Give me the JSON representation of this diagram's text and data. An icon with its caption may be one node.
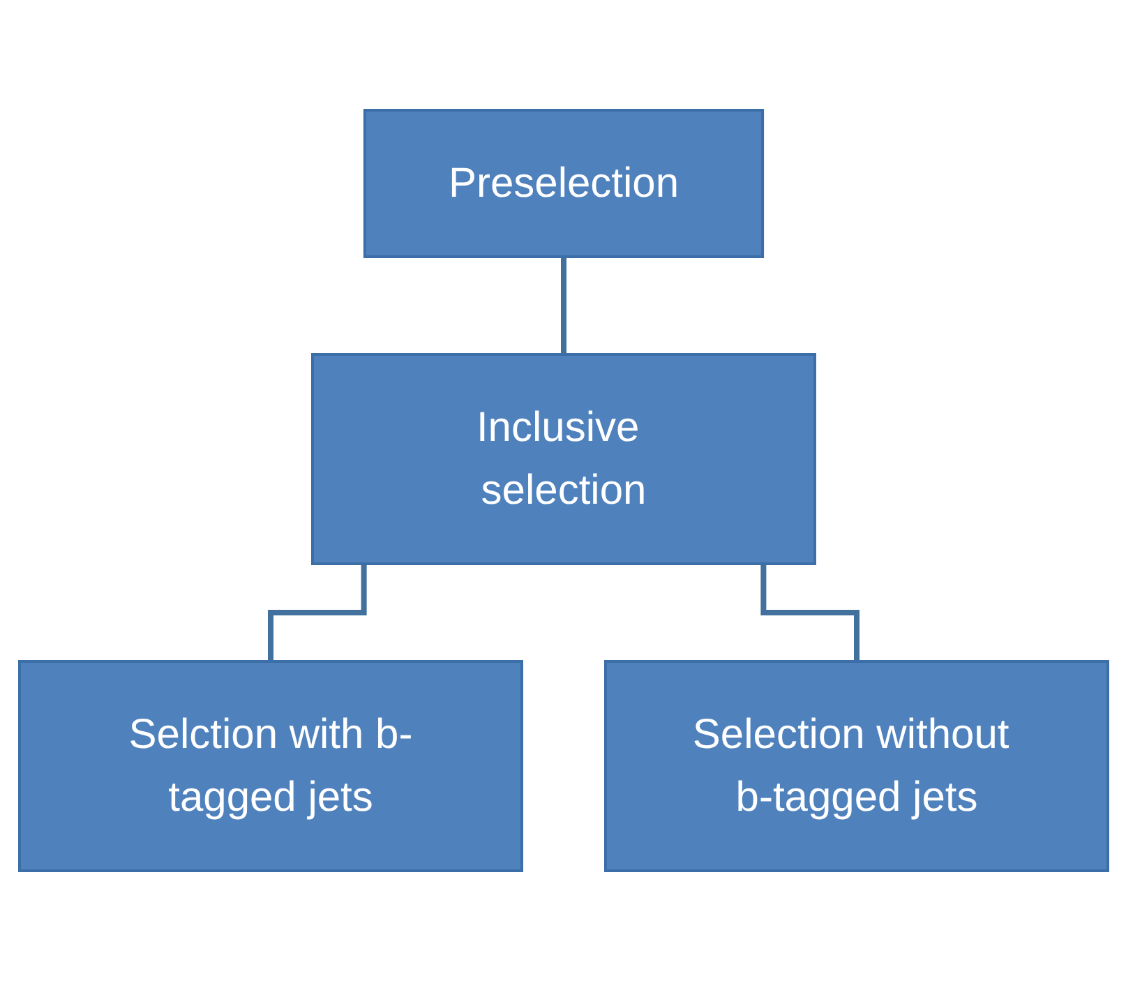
{
  "diagram": {
    "nodes": [
      {
        "text": [
          "Preselection"
        ]
      },
      {
        "text": [
          "Inclusive selection"
        ]
      },
      {
        "text": [
          "Selction with b-tagged jets"
        ]
      },
      {
        "text": [
          "Selection without b-tagged jets"
        ]
      }
    ],
    "edges": [
      {
        "from": 0,
        "to": 1,
        "arrow": "none"
      },
      {
        "from": 1,
        "to": 2,
        "arrow": "none"
      },
      {
        "from": 1,
        "to": 3,
        "arrow": "none"
      }
    ]
  }
}
